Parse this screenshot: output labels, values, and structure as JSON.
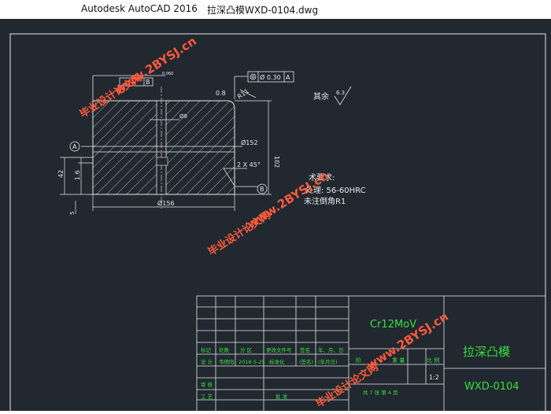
{
  "window": {
    "app_title": "Autodesk AutoCAD 2016",
    "file_title": "拉深凸模WXD-0104.dwg"
  },
  "drawing": {
    "tolerance_frame": {
      "symbol": "◎",
      "value": "Ø 0.30",
      "datum": "A"
    },
    "datum_b_frame": {
      "value": "0.060",
      "datum": "B"
    },
    "dims": {
      "radius": "R11",
      "top_rough": "0.8",
      "bore": "Ø8",
      "dia_152": "Ø152",
      "height_102": "102",
      "chamfer": "2 X 45°",
      "dia_156": "Ø156",
      "left_42": "42",
      "left_16": "1.6",
      "small_5": "5"
    },
    "datum_labels": {
      "a": "A",
      "b": "B"
    },
    "roughness_note": {
      "label": "其余",
      "value": "6.3"
    },
    "tech_notes": [
      "术要求:",
      "处理: 56-60HRC",
      "未注倒角R1"
    ],
    "watermarks": [
      "毕业设计论文网",
      "www.2BYSJ.cn"
    ]
  },
  "title_block": {
    "material": "Cr12MoV",
    "part_name": "拉深凸模",
    "drawing_no": "WXD-0104",
    "row1": [
      "标记",
      "处数",
      "分 区",
      "更改文件号",
      "签名",
      "年、月、日"
    ],
    "row2": [
      "设 计",
      "韦德阳",
      "2018-5-25",
      "标准化",
      "(签名)",
      "(年月日)"
    ],
    "stage_labels": [
      "阶",
      "重 量",
      "比 例"
    ],
    "scale": "1:2",
    "review": "审 核",
    "process": "工 艺",
    "approve": "批 准",
    "sheets": "共 7 张   第 4 页"
  }
}
